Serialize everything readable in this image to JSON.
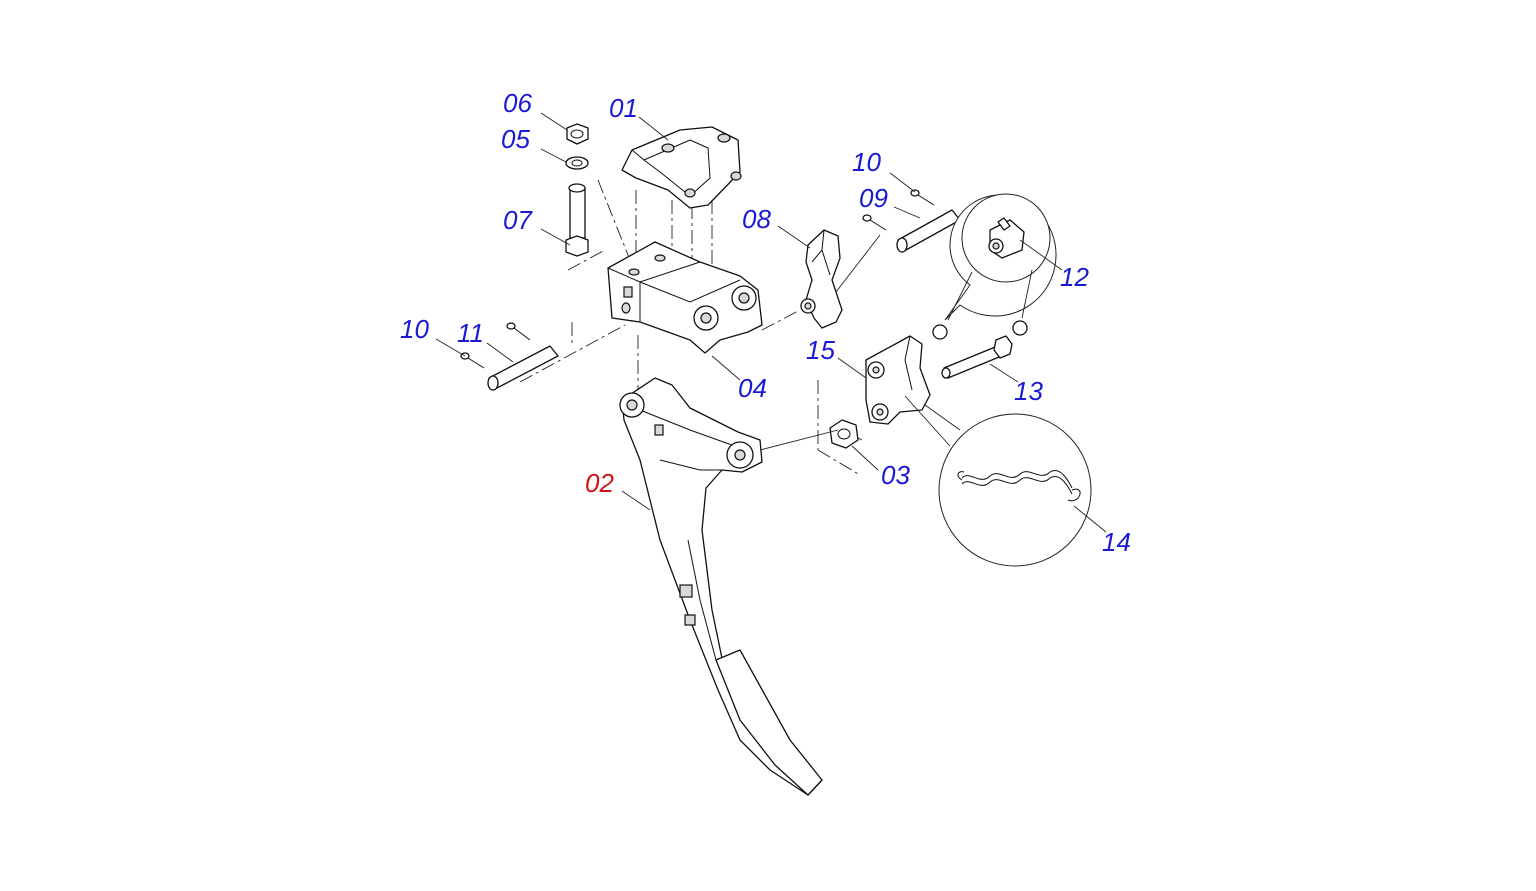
{
  "diagram": {
    "callouts": [
      {
        "id": "06",
        "label": "06",
        "color": "#1a1ad4",
        "highlighted": false
      },
      {
        "id": "05",
        "label": "05",
        "color": "#1a1ad4",
        "highlighted": false
      },
      {
        "id": "01",
        "label": "01",
        "color": "#1a1ad4",
        "highlighted": false
      },
      {
        "id": "07",
        "label": "07",
        "color": "#1a1ad4",
        "highlighted": false
      },
      {
        "id": "08",
        "label": "08",
        "color": "#1a1ad4",
        "highlighted": false
      },
      {
        "id": "10a",
        "label": "10",
        "color": "#1a1ad4",
        "highlighted": false
      },
      {
        "id": "09",
        "label": "09",
        "color": "#1a1ad4",
        "highlighted": false
      },
      {
        "id": "12",
        "label": "12",
        "color": "#1a1ad4",
        "highlighted": false
      },
      {
        "id": "10b",
        "label": "10",
        "color": "#1a1ad4",
        "highlighted": false
      },
      {
        "id": "11",
        "label": "11",
        "color": "#1a1ad4",
        "highlighted": false
      },
      {
        "id": "15",
        "label": "15",
        "color": "#1a1ad4",
        "highlighted": false
      },
      {
        "id": "04",
        "label": "04",
        "color": "#1a1ad4",
        "highlighted": false
      },
      {
        "id": "13",
        "label": "13",
        "color": "#1a1ad4",
        "highlighted": false
      },
      {
        "id": "03",
        "label": "03",
        "color": "#1a1ad4",
        "highlighted": false
      },
      {
        "id": "02",
        "label": "02",
        "color": "#d21414",
        "highlighted": true
      },
      {
        "id": "14",
        "label": "14",
        "color": "#1a1ad4",
        "highlighted": false
      }
    ]
  }
}
